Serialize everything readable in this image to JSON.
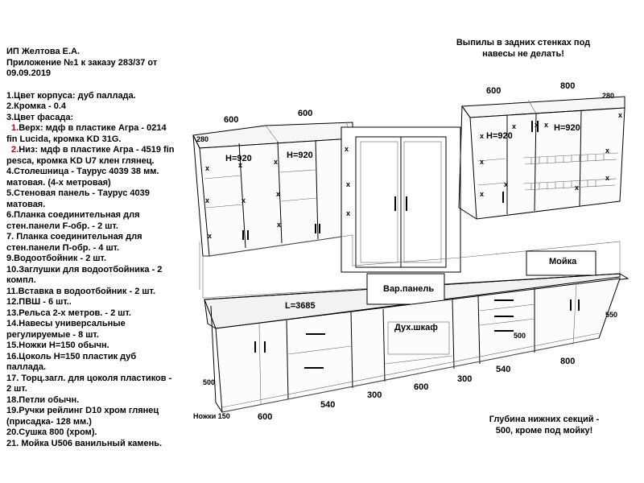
{
  "spec": {
    "header": [
      "ИП Желтова Е.А.",
      "Приложение №1 к заказу 283/37 от",
      "09.09.2019"
    ],
    "items": [
      "1.Цвет корпуса: дуб паллада.",
      "2.Кромка - 0.4",
      "3.Цвет фасада:"
    ],
    "facade_top_num": "1.",
    "facade_top_text": "Верх: мдф в пластике Агра - 0214",
    "facade_top_text2": "fin Lucida, кромка KD 31G.",
    "facade_bot_num": "2.",
    "facade_bot_text": "Низ: мдф в пластике Агра - 4519 fin",
    "facade_bot_text2": "pesca, кромка KD U7 клен глянец.",
    "items2": [
      "4.Столешница - Таурус 4039 38 мм.",
      "матовая. (4-х метровая)",
      "5.Стеновая панель - Таурус 4039",
      "матовая.",
      "6.Планка соединительная для",
      "стен.панели F-обр. - 2 шт.",
      "7. Планка соединительная для",
      "стен.панели П-обр. - 4 шт.",
      "9.Водоотбойник - 2 шт.",
      "10.Заглушки для водоотбойника - 2",
      "компл.",
      "11.Вставка в водоотбойник - 2 шт.",
      "12.ПВШ - 6 шт..",
      "13.Рельса 2-х метров. - 2 шт.",
      "14.Навесы универсальные",
      "регулируемые - 8 шт.",
      "15.Ножки Н=150 обычн.",
      "16.Цоколь Н=150 пластик дуб",
      "паллада.",
      "17. Торц.загл. для цоколя пластиков -",
      "2 шт.",
      "18.Петли обычн.",
      "19.Ручки рейлинг D10 хром глянец",
      "(присадка- 128 мм.)",
      "20.Сушка 800 (хром).",
      "21. Мойка U506 ванильный камень."
    ]
  },
  "notes": {
    "top": [
      "Выпилы в задних стенках под",
      "навесы не делать!"
    ],
    "bottom": [
      "Глубина нижних секций -",
      "500, кроме под мойку!"
    ]
  },
  "drawing": {
    "upper_left_widths": [
      "600",
      "600"
    ],
    "upper_left_depth": "280",
    "upper_left_heights": [
      "H=920",
      "H=920"
    ],
    "upper_right_widths": [
      "600",
      "800"
    ],
    "upper_right_depth": "280",
    "upper_right_heights": [
      "H=920",
      "H=920"
    ],
    "countertop_length": "L=3685",
    "wall_panel": "Вар.панель",
    "oven": "Дух.шкаф",
    "sink": "Мойка",
    "lower_widths_front": [
      "600",
      "540",
      "300",
      "600",
      "300",
      "540",
      "800"
    ],
    "lower_depth_left": "500",
    "lower_depth_mid": "500",
    "lower_depth_right": "550",
    "legs": "Ножки 150",
    "marker": "x"
  }
}
